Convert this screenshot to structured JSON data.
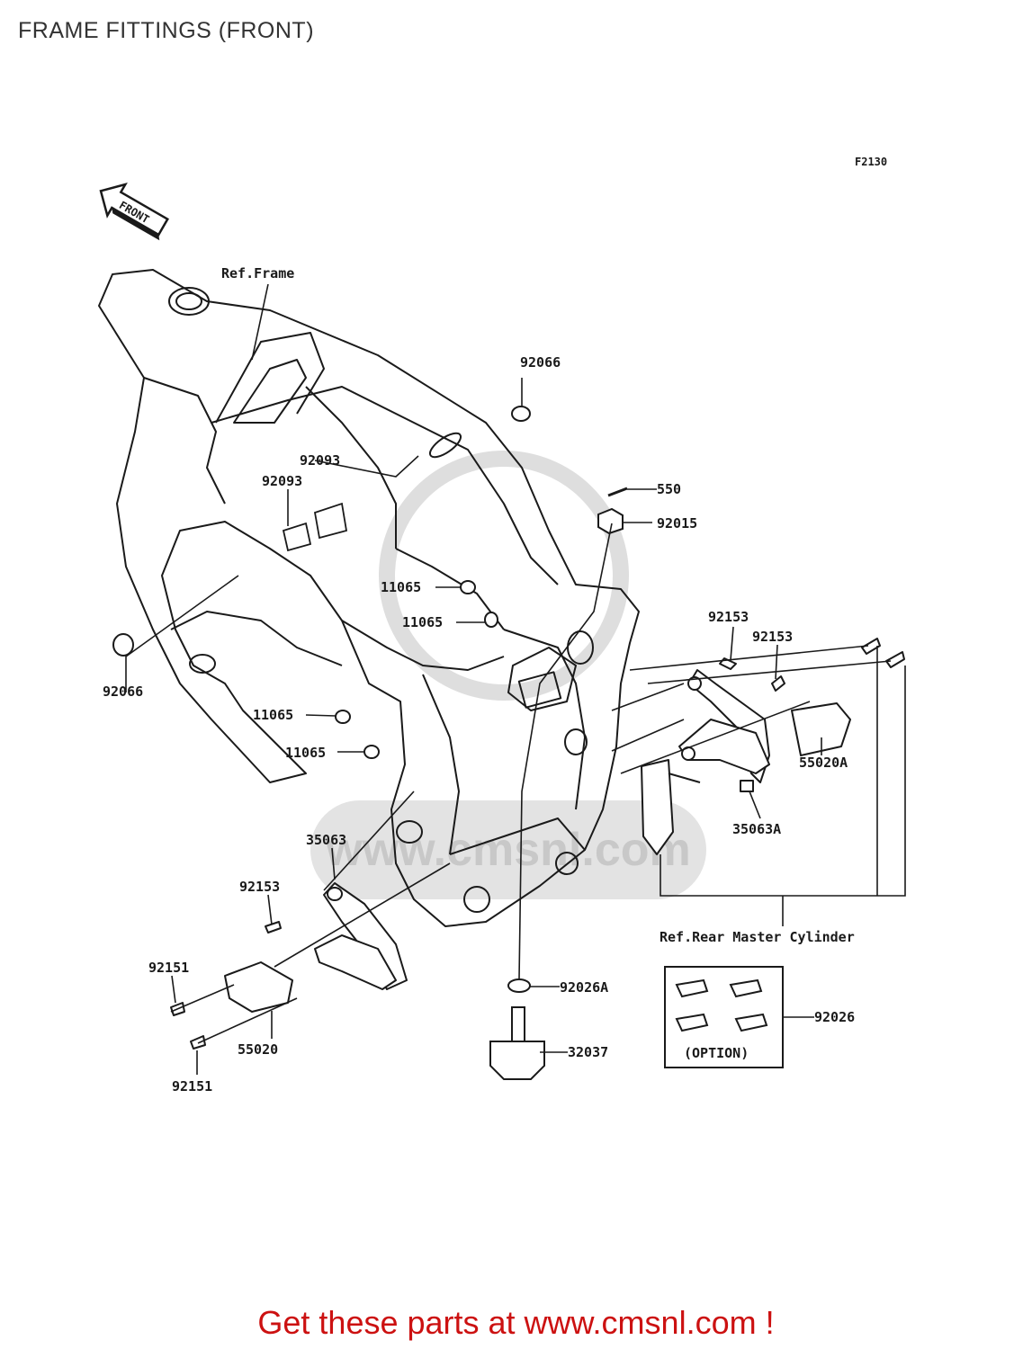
{
  "page": {
    "title": "FRAME FITTINGS (FRONT)",
    "figure_code": "F2130",
    "front_arrow": "FRONT",
    "watermark": "www.cmsnl.com",
    "promo": "Get these parts at www.cmsnl.com !",
    "colors": {
      "ink": "#1a1a1a",
      "promo": "#cc1111",
      "watermark": "#d9d9d9",
      "title": "#333333"
    }
  },
  "refs": {
    "frame": "Ref.Frame",
    "rear_master_cylinder": "Ref.Rear Master Cylinder",
    "option": "(OPTION)"
  },
  "parts": [
    "92066",
    "92093",
    "92093",
    "92066",
    "550",
    "92015",
    "11065",
    "11065",
    "11065",
    "11065",
    "92153",
    "92153",
    "55020A",
    "35063A",
    "35063",
    "92153",
    "92151",
    "55020",
    "92151",
    "92026A",
    "32037",
    "92026"
  ]
}
